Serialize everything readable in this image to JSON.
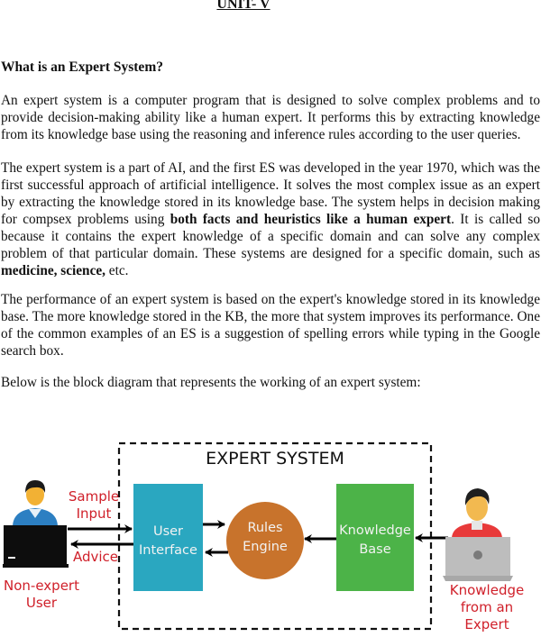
{
  "document": {
    "title": "UNIT- V",
    "heading": "What is an Expert System?",
    "paragraphs": [
      {
        "id": "p1",
        "segments": [
          {
            "text": "An expert system is a computer program that is designed to solve complex problems and to provide decision-making ability like a human expert. It performs this by extracting knowledge from its knowledge base using the reasoning and inference rules according to the user queries.",
            "bold": false
          }
        ]
      },
      {
        "id": "p2",
        "segments": [
          {
            "text": "The expert system is a part of AI, and the first ES was developed in the year 1970, which was the first successful approach of artificial intelligence. It solves the most complex issue as an expert by extracting the knowledge stored in its knowledge base. The system helps in decision making for compsex problems using ",
            "bold": false
          },
          {
            "text": "both facts and heuristics like a human expert",
            "bold": true
          },
          {
            "text": ". It is called so because it contains the expert knowledge of a specific domain and can solve any complex problem of that particular domain. These systems are designed for a specific domain, such as ",
            "bold": false
          },
          {
            "text": "medicine, science,",
            "bold": true
          },
          {
            "text": " etc.",
            "bold": false
          }
        ]
      },
      {
        "id": "p3",
        "segments": [
          {
            "text": "The performance of an expert system is based on the expert's knowledge stored in its knowledge base. The more knowledge stored in the KB, the more that system improves its performance. One of the common examples of an ES is a suggestion of spelling errors while typing in the Google search box.",
            "bold": false
          }
        ]
      },
      {
        "id": "p4",
        "segments": [
          {
            "text": "Below is the block diagram that represents the working of an expert system:",
            "bold": false
          }
        ]
      }
    ]
  },
  "diagram": {
    "system_title": "EXPERT SYSTEM",
    "user_interface": {
      "line1": "User",
      "line2": "Interface",
      "color": "#2aa7c0"
    },
    "rules_engine": {
      "line1": "Rules",
      "line2": "Engine",
      "color": "#c8732c"
    },
    "knowledge_base": {
      "line1": "Knowledge",
      "line2": "Base",
      "color": "#4cb348"
    },
    "sample_input": {
      "line1": "Sample",
      "line2": "Input"
    },
    "advice": "Advice",
    "non_expert_user": {
      "line1": "Non-expert",
      "line2": "User"
    },
    "expert": {
      "line1": "Knowledge",
      "line2": "from an",
      "line3": "Expert"
    },
    "label_color": "#d0202a"
  }
}
